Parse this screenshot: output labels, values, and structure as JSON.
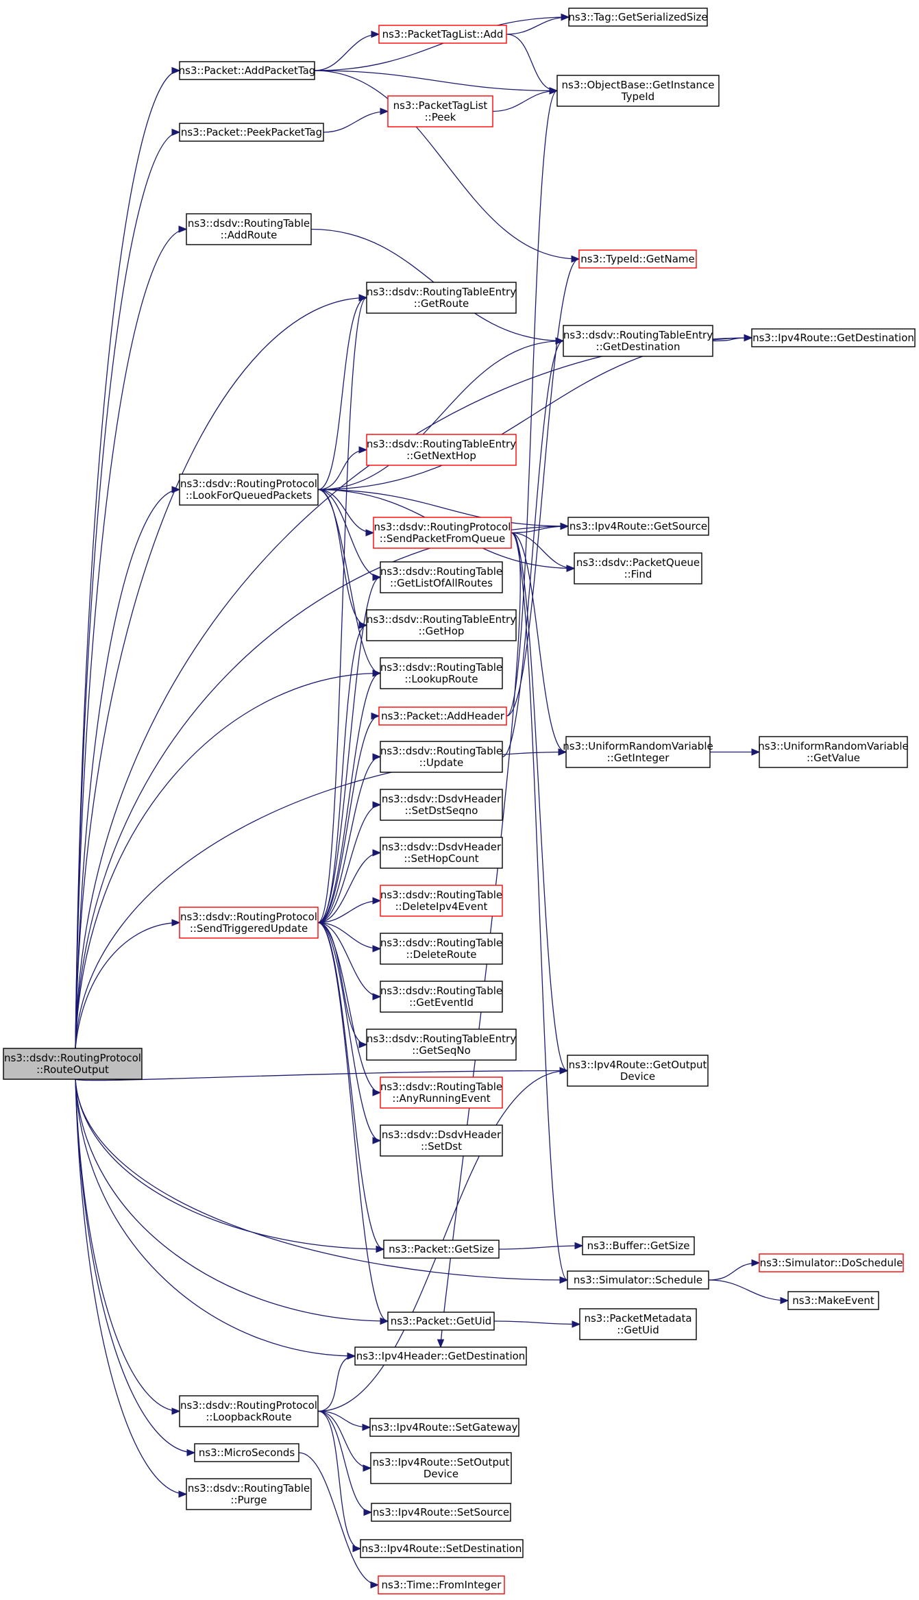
{
  "colors": {
    "edge": "#191970",
    "box_default": "#000000",
    "box_truncated": "#ff0000",
    "box_root_fill": "#bfbfbf",
    "background": "#ffffff"
  },
  "nodes": {
    "route_output": {
      "lines": [
        "ns3::dsdv::RoutingProtocol",
        "::RouteOutput"
      ],
      "style": "root"
    },
    "add_packet_tag": {
      "lines": [
        "ns3::Packet::AddPacketTag"
      ],
      "style": "default"
    },
    "peek_packet_tag": {
      "lines": [
        "ns3::Packet::PeekPacketTag"
      ],
      "style": "default"
    },
    "rt_add_route": {
      "lines": [
        "ns3::dsdv::RoutingTable",
        "::AddRoute"
      ],
      "style": "default"
    },
    "look_for_queued": {
      "lines": [
        "ns3::dsdv::RoutingProtocol",
        "::LookForQueuedPackets"
      ],
      "style": "default"
    },
    "send_triggered": {
      "lines": [
        "ns3::dsdv::RoutingProtocol",
        "::SendTriggeredUpdate"
      ],
      "style": "truncated"
    },
    "loopback_route": {
      "lines": [
        "ns3::dsdv::RoutingProtocol",
        "::LoopbackRoute"
      ],
      "style": "default"
    },
    "micro_seconds": {
      "lines": [
        "ns3::MicroSeconds"
      ],
      "style": "default"
    },
    "rt_purge": {
      "lines": [
        "ns3::dsdv::RoutingTable",
        "::Purge"
      ],
      "style": "default"
    },
    "ptl_add": {
      "lines": [
        "ns3::PacketTagList::Add"
      ],
      "style": "truncated"
    },
    "ptl_peek": {
      "lines": [
        "ns3::PacketTagList",
        "::Peek"
      ],
      "style": "truncated"
    },
    "rte_get_route": {
      "lines": [
        "ns3::dsdv::RoutingTableEntry",
        "::GetRoute"
      ],
      "style": "default"
    },
    "rte_get_next_hop": {
      "lines": [
        "ns3::dsdv::RoutingTableEntry",
        "::GetNextHop"
      ],
      "style": "truncated"
    },
    "send_from_queue": {
      "lines": [
        "ns3::dsdv::RoutingProtocol",
        "::SendPacketFromQueue"
      ],
      "style": "truncated"
    },
    "rt_get_list": {
      "lines": [
        "ns3::dsdv::RoutingTable",
        "::GetListOfAllRoutes"
      ],
      "style": "default"
    },
    "rte_get_hop": {
      "lines": [
        "ns3::dsdv::RoutingTableEntry",
        "::GetHop"
      ],
      "style": "default"
    },
    "rt_lookup": {
      "lines": [
        "ns3::dsdv::RoutingTable",
        "::LookupRoute"
      ],
      "style": "default"
    },
    "add_header": {
      "lines": [
        "ns3::Packet::AddHeader"
      ],
      "style": "truncated"
    },
    "rt_update": {
      "lines": [
        "ns3::dsdv::RoutingTable",
        "::Update"
      ],
      "style": "default"
    },
    "hdr_set_dst_seqno": {
      "lines": [
        "ns3::dsdv::DsdvHeader",
        "::SetDstSeqno"
      ],
      "style": "default"
    },
    "hdr_set_hop_count": {
      "lines": [
        "ns3::dsdv::DsdvHeader",
        "::SetHopCount"
      ],
      "style": "default"
    },
    "rt_delete_ipv4_event": {
      "lines": [
        "ns3::dsdv::RoutingTable",
        "::DeleteIpv4Event"
      ],
      "style": "truncated"
    },
    "rt_delete_route": {
      "lines": [
        "ns3::dsdv::RoutingTable",
        "::DeleteRoute"
      ],
      "style": "default"
    },
    "rt_get_event_id": {
      "lines": [
        "ns3::dsdv::RoutingTable",
        "::GetEventId"
      ],
      "style": "default"
    },
    "rte_get_seq_no": {
      "lines": [
        "ns3::dsdv::RoutingTableEntry",
        "::GetSeqNo"
      ],
      "style": "default"
    },
    "rt_any_running": {
      "lines": [
        "ns3::dsdv::RoutingTable",
        "::AnyRunningEvent"
      ],
      "style": "truncated"
    },
    "hdr_set_dst": {
      "lines": [
        "ns3::dsdv::DsdvHeader",
        "::SetDst"
      ],
      "style": "default"
    },
    "packet_get_size": {
      "lines": [
        "ns3::Packet::GetSize"
      ],
      "style": "default"
    },
    "packet_get_uid": {
      "lines": [
        "ns3::Packet::GetUid"
      ],
      "style": "default"
    },
    "ipv4hdr_get_dest": {
      "lines": [
        "ns3::Ipv4Header::GetDestination"
      ],
      "style": "default"
    },
    "ipv4r_set_gateway": {
      "lines": [
        "ns3::Ipv4Route::SetGateway"
      ],
      "style": "default"
    },
    "ipv4r_set_output": {
      "lines": [
        "ns3::Ipv4Route::SetOutput",
        "Device"
      ],
      "style": "default"
    },
    "ipv4r_set_source": {
      "lines": [
        "ns3::Ipv4Route::SetSource"
      ],
      "style": "default"
    },
    "ipv4r_set_dest": {
      "lines": [
        "ns3::Ipv4Route::SetDestination"
      ],
      "style": "default"
    },
    "time_from_integer": {
      "lines": [
        "ns3::Time::FromInteger"
      ],
      "style": "truncated"
    },
    "tag_get_serialized": {
      "lines": [
        "ns3::Tag::GetSerializedSize"
      ],
      "style": "default"
    },
    "objbase_get_instance": {
      "lines": [
        "ns3::ObjectBase::GetInstance",
        "TypeId"
      ],
      "style": "default"
    },
    "typeid_get_name": {
      "lines": [
        "ns3::TypeId::GetName"
      ],
      "style": "truncated"
    },
    "rte_get_destination": {
      "lines": [
        "ns3::dsdv::RoutingTableEntry",
        "::GetDestination"
      ],
      "style": "default"
    },
    "ipv4r_get_source": {
      "lines": [
        "ns3::Ipv4Route::GetSource"
      ],
      "style": "default"
    },
    "pq_find": {
      "lines": [
        "ns3::dsdv::PacketQueue",
        "::Find"
      ],
      "style": "default"
    },
    "urv_get_integer": {
      "lines": [
        "ns3::UniformRandomVariable",
        "::GetInteger"
      ],
      "style": "default"
    },
    "ipv4r_get_output": {
      "lines": [
        "ns3::Ipv4Route::GetOutput",
        "Device"
      ],
      "style": "default"
    },
    "buffer_get_size": {
      "lines": [
        "ns3::Buffer::GetSize"
      ],
      "style": "default"
    },
    "sim_schedule": {
      "lines": [
        "ns3::Simulator::Schedule"
      ],
      "style": "default"
    },
    "pmeta_get_uid": {
      "lines": [
        "ns3::PacketMetadata",
        "::GetUid"
      ],
      "style": "default"
    },
    "ipv4r_get_destination": {
      "lines": [
        "ns3::Ipv4Route::GetDestination"
      ],
      "style": "default"
    },
    "urv_get_value": {
      "lines": [
        "ns3::UniformRandomVariable",
        "::GetValue"
      ],
      "style": "default"
    },
    "sim_do_schedule": {
      "lines": [
        "ns3::Simulator::DoSchedule"
      ],
      "style": "truncated"
    },
    "make_event": {
      "lines": [
        "ns3::MakeEvent"
      ],
      "style": "default"
    }
  },
  "edges": [
    [
      "route_output",
      "add_packet_tag"
    ],
    [
      "route_output",
      "peek_packet_tag"
    ],
    [
      "route_output",
      "rt_add_route"
    ],
    [
      "route_output",
      "rte_get_route"
    ],
    [
      "route_output",
      "ipv4r_get_source"
    ],
    [
      "route_output",
      "look_for_queued"
    ],
    [
      "route_output",
      "rt_lookup"
    ],
    [
      "route_output",
      "send_triggered"
    ],
    [
      "route_output",
      "urv_get_integer"
    ],
    [
      "route_output",
      "ipv4r_get_output"
    ],
    [
      "route_output",
      "packet_get_size"
    ],
    [
      "route_output",
      "sim_schedule"
    ],
    [
      "route_output",
      "packet_get_uid"
    ],
    [
      "route_output",
      "ipv4hdr_get_dest"
    ],
    [
      "route_output",
      "loopback_route"
    ],
    [
      "route_output",
      "micro_seconds"
    ],
    [
      "route_output",
      "rt_purge"
    ],
    [
      "route_output",
      "ipv4r_get_destination"
    ],
    [
      "add_packet_tag",
      "tag_get_serialized"
    ],
    [
      "add_packet_tag",
      "ptl_add"
    ],
    [
      "add_packet_tag",
      "objbase_get_instance"
    ],
    [
      "add_packet_tag",
      "typeid_get_name"
    ],
    [
      "peek_packet_tag",
      "ptl_peek"
    ],
    [
      "ptl_add",
      "tag_get_serialized"
    ],
    [
      "ptl_add",
      "objbase_get_instance"
    ],
    [
      "ptl_peek",
      "objbase_get_instance"
    ],
    [
      "rt_add_route",
      "rte_get_destination"
    ],
    [
      "look_for_queued",
      "rte_get_route"
    ],
    [
      "look_for_queued",
      "rte_get_destination"
    ],
    [
      "look_for_queued",
      "pq_find"
    ],
    [
      "look_for_queued",
      "ipv4r_get_source"
    ],
    [
      "look_for_queued",
      "rte_get_next_hop"
    ],
    [
      "look_for_queued",
      "ipv4r_get_destination"
    ],
    [
      "look_for_queued",
      "send_from_queue"
    ],
    [
      "look_for_queued",
      "rt_get_list"
    ],
    [
      "look_for_queued",
      "rte_get_hop"
    ],
    [
      "look_for_queued",
      "rt_lookup"
    ],
    [
      "send_from_queue",
      "ipv4r_get_source"
    ],
    [
      "send_from_queue",
      "pq_find"
    ],
    [
      "send_from_queue",
      "urv_get_integer"
    ],
    [
      "send_from_queue",
      "ipv4r_get_output"
    ],
    [
      "send_from_queue",
      "sim_schedule"
    ],
    [
      "send_from_queue",
      "ipv4hdr_get_dest"
    ],
    [
      "send_triggered",
      "rte_get_route"
    ],
    [
      "send_triggered",
      "rt_get_list"
    ],
    [
      "send_triggered",
      "rte_get_hop"
    ],
    [
      "send_triggered",
      "rt_lookup"
    ],
    [
      "send_triggered",
      "add_header"
    ],
    [
      "send_triggered",
      "rt_update"
    ],
    [
      "send_triggered",
      "hdr_set_dst_seqno"
    ],
    [
      "send_triggered",
      "hdr_set_hop_count"
    ],
    [
      "send_triggered",
      "rt_delete_ipv4_event"
    ],
    [
      "send_triggered",
      "rt_delete_route"
    ],
    [
      "send_triggered",
      "rt_get_event_id"
    ],
    [
      "send_triggered",
      "rte_get_seq_no"
    ],
    [
      "send_triggered",
      "rt_any_running"
    ],
    [
      "send_triggered",
      "hdr_set_dst"
    ],
    [
      "send_triggered",
      "packet_get_size"
    ],
    [
      "send_triggered",
      "packet_get_uid"
    ],
    [
      "add_header",
      "typeid_get_name"
    ],
    [
      "add_header",
      "objbase_get_instance"
    ],
    [
      "rt_update",
      "rte_get_destination"
    ],
    [
      "packet_get_size",
      "buffer_get_size"
    ],
    [
      "packet_get_uid",
      "pmeta_get_uid"
    ],
    [
      "loopback_route",
      "ipv4hdr_get_dest"
    ],
    [
      "loopback_route",
      "ipv4r_set_gateway"
    ],
    [
      "loopback_route",
      "ipv4r_set_output"
    ],
    [
      "loopback_route",
      "ipv4r_set_source"
    ],
    [
      "loopback_route",
      "ipv4r_set_dest"
    ],
    [
      "loopback_route",
      "ipv4r_get_output"
    ],
    [
      "micro_seconds",
      "time_from_integer"
    ],
    [
      "rte_get_destination",
      "ipv4r_get_destination"
    ],
    [
      "urv_get_integer",
      "urv_get_value"
    ],
    [
      "sim_schedule",
      "sim_do_schedule"
    ],
    [
      "sim_schedule",
      "make_event"
    ]
  ]
}
